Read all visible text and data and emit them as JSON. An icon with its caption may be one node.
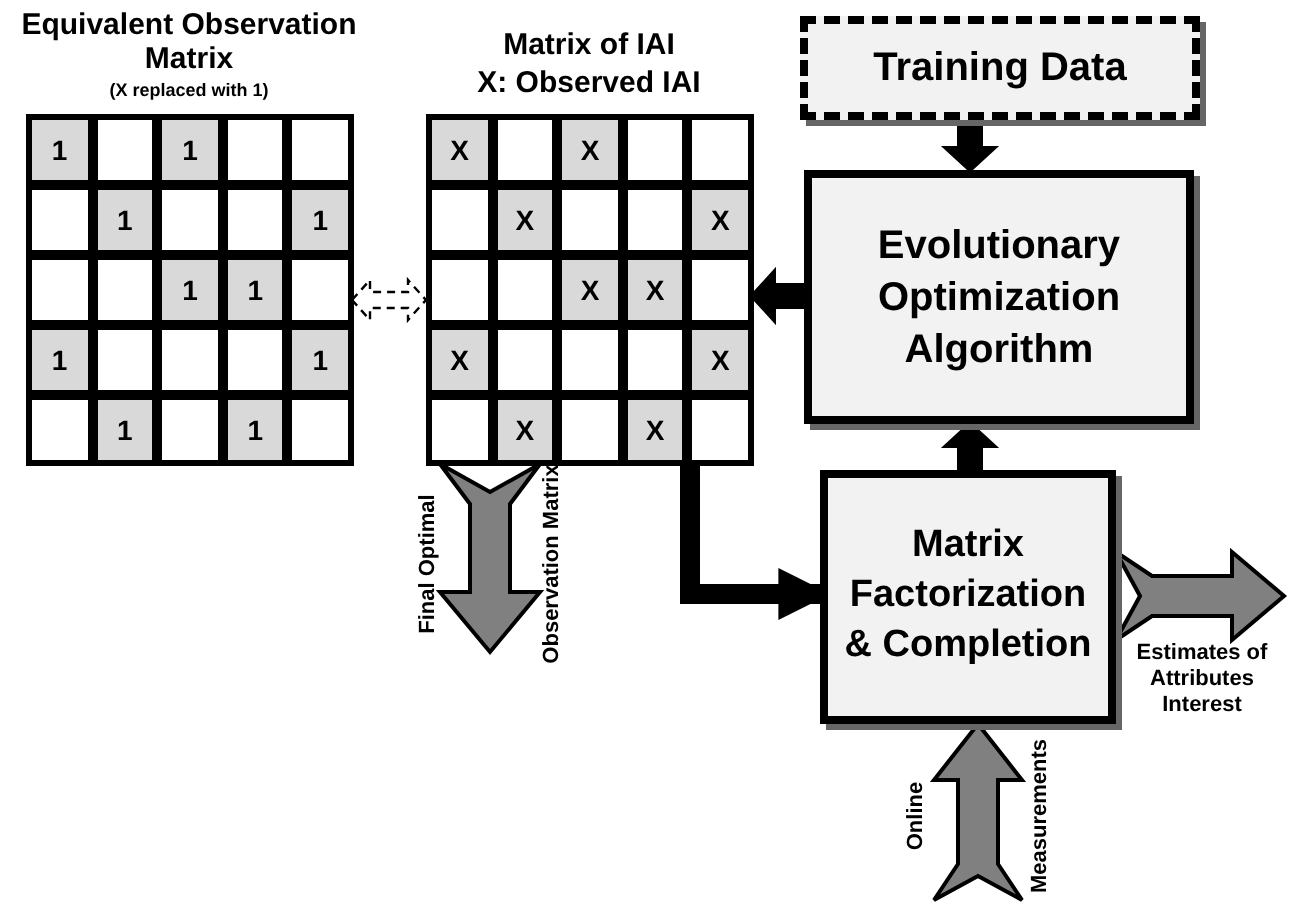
{
  "diagram": {
    "nodes": [
      {
        "text": [
          "Equivalent Observation Matrix",
          "(X replaced with 1)"
        ]
      },
      {
        "text": [
          "Matrix of IAI",
          "X: Observed IAI"
        ]
      },
      {
        "text": [
          "Training Data"
        ]
      },
      {
        "text": [
          "Evolutionary Optimization Algorithm"
        ]
      },
      {
        "text": [
          "Matrix Factorization & Completion"
        ]
      }
    ],
    "edges": [
      {
        "from": 0,
        "to": 1,
        "arrow": "both",
        "style": "dashed"
      },
      {
        "from": 2,
        "to": 3,
        "arrow": "to"
      },
      {
        "from": 4,
        "to": 3,
        "arrow": "to"
      },
      {
        "from": 3,
        "to": 1,
        "arrow": "to"
      },
      {
        "from": 1,
        "to": 4,
        "arrow": "to"
      },
      {
        "from": 1,
        "to": null,
        "arrow": "to",
        "label": "Final Optimal Observation Matrix",
        "color": "#808080"
      },
      {
        "from": 4,
        "to": null,
        "arrow": "to",
        "label": "Estimates of Attributes Interest",
        "color": "#808080"
      },
      {
        "from": null,
        "to": 4,
        "arrow": "to",
        "label": "Online Measurements",
        "color": "#808080"
      }
    ],
    "labels": [
      "1",
      "1",
      "1",
      "1",
      "1",
      "1",
      "1",
      "1",
      "1",
      "1",
      "X",
      "X",
      "X",
      "X",
      "X",
      "X",
      "X",
      "X",
      "X",
      "X"
    ]
  }
}
